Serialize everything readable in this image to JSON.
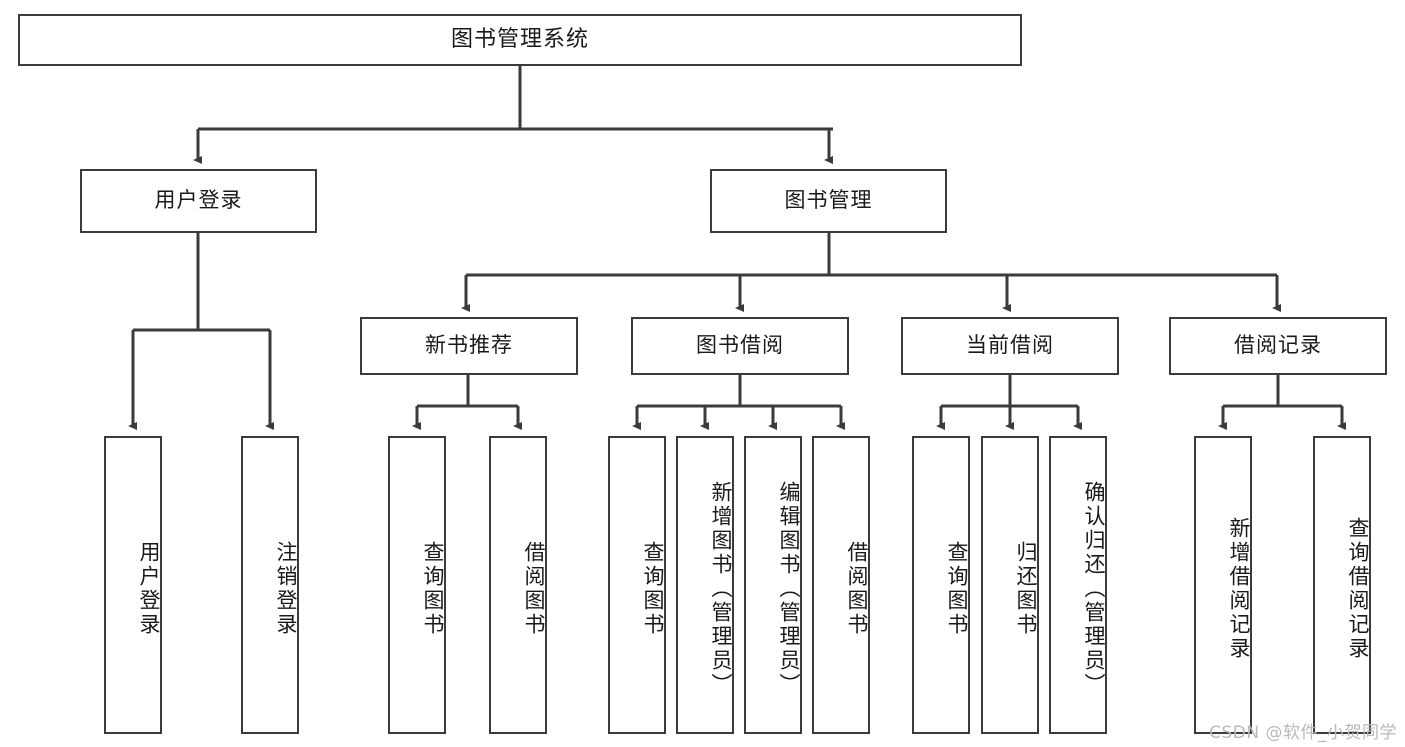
{
  "diagram": {
    "title": "图书管理系统",
    "type": "functional-structure-tree",
    "root": {
      "label": "图书管理系统"
    },
    "level2": [
      {
        "label": "用户登录"
      },
      {
        "label": "图书管理"
      }
    ],
    "level3": [
      {
        "label": "新书推荐"
      },
      {
        "label": "图书借阅"
      },
      {
        "label": "当前借阅"
      },
      {
        "label": "借阅记录"
      }
    ],
    "leaves": {
      "user_login": [
        {
          "label": "用户登录"
        },
        {
          "label": "注销登录"
        }
      ],
      "new_book_recommend": [
        {
          "label": "查询图书"
        },
        {
          "label": "借阅图书"
        }
      ],
      "book_borrow": [
        {
          "label": "查询图书"
        },
        {
          "label": "新增图书（管理员）"
        },
        {
          "label": "编辑图书（管理员）"
        },
        {
          "label": "借阅图书"
        }
      ],
      "current_borrow": [
        {
          "label": "查询图书"
        },
        {
          "label": "归还图书"
        },
        {
          "label": "确认归还（管理员）"
        }
      ],
      "borrow_record": [
        {
          "label": "新增借阅记录"
        },
        {
          "label": "查询借阅记录"
        }
      ]
    }
  },
  "watermark": {
    "text": "CSDN @软件_小贺同学"
  },
  "colors": {
    "border": "#3b3b3b",
    "background": "#ffffff",
    "text": "#1a1a1a",
    "watermark": "#b9b9b9"
  }
}
